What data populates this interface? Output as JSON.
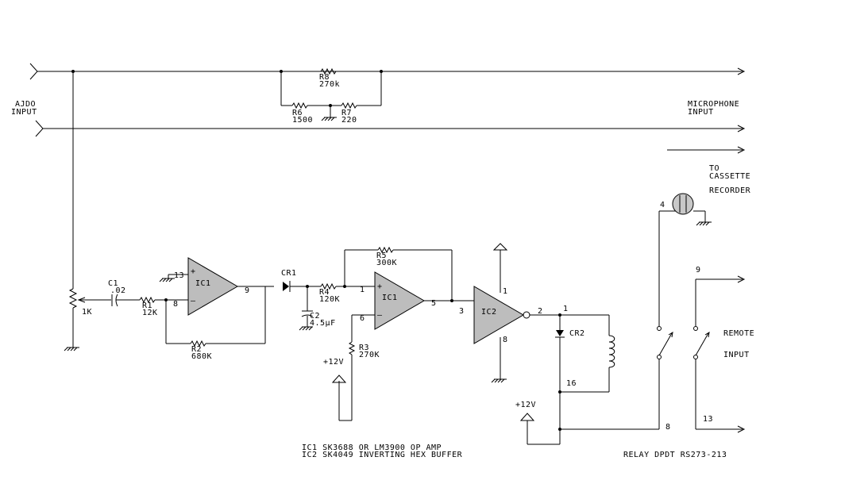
{
  "labels": {
    "audio_input": [
      "AJDO",
      "INPUT"
    ],
    "microphone_input": [
      "MICROPHONE",
      "INPUT"
    ],
    "to_cassette": [
      "TO",
      "CASSETTE",
      "RECORDER"
    ],
    "remote_input": [
      "REMOTE",
      "INPUT"
    ],
    "pot_value": "1K",
    "plus12v_a": "+12V",
    "plus12v_b": "+12V"
  },
  "components": {
    "r8": {
      "ref": "R8",
      "value": "270k"
    },
    "r6": {
      "ref": "R6",
      "value": "1500"
    },
    "r7": {
      "ref": "R7",
      "value": "220"
    },
    "c1": {
      "ref": "C1",
      "value": ".02"
    },
    "r1": {
      "ref": "R1",
      "value": "12K"
    },
    "r2": {
      "ref": "R2",
      "value": "680K"
    },
    "ic1a": {
      "ref": "IC1"
    },
    "cr1": {
      "ref": "CR1"
    },
    "r4": {
      "ref": "R4",
      "value": "120K"
    },
    "c2": {
      "ref": "C2",
      "value": "4.5µF"
    },
    "r5": {
      "ref": "R5",
      "value": "300K"
    },
    "ic1b": {
      "ref": "IC1"
    },
    "r3": {
      "ref": "R3",
      "value": "270K"
    },
    "ic2": {
      "ref": "IC2"
    },
    "cr2": {
      "ref": "CR2"
    }
  },
  "pins": {
    "ic1a_13": "13",
    "ic1a_8": "8",
    "ic1a_9": "9",
    "ic1b_1": "1",
    "ic1b_6": "6",
    "ic1b_5": "5",
    "ic2_3": "3",
    "ic2_2": "2",
    "ic2_1": "1",
    "ic2_8": "8",
    "relay_1": "1",
    "relay_16": "16",
    "relay_4": "4",
    "relay_9": "9",
    "relay_8": "8",
    "relay_13": "13"
  },
  "opamp_signs": {
    "plus": "+",
    "minus": "–"
  },
  "notes": {
    "ic1": "IC1 SK3688 OR LM3900 OP AMP",
    "ic2": "IC2 SK4049 INVERTING HEX BUFFER",
    "relay": "RELAY DPDT RS273-213"
  }
}
